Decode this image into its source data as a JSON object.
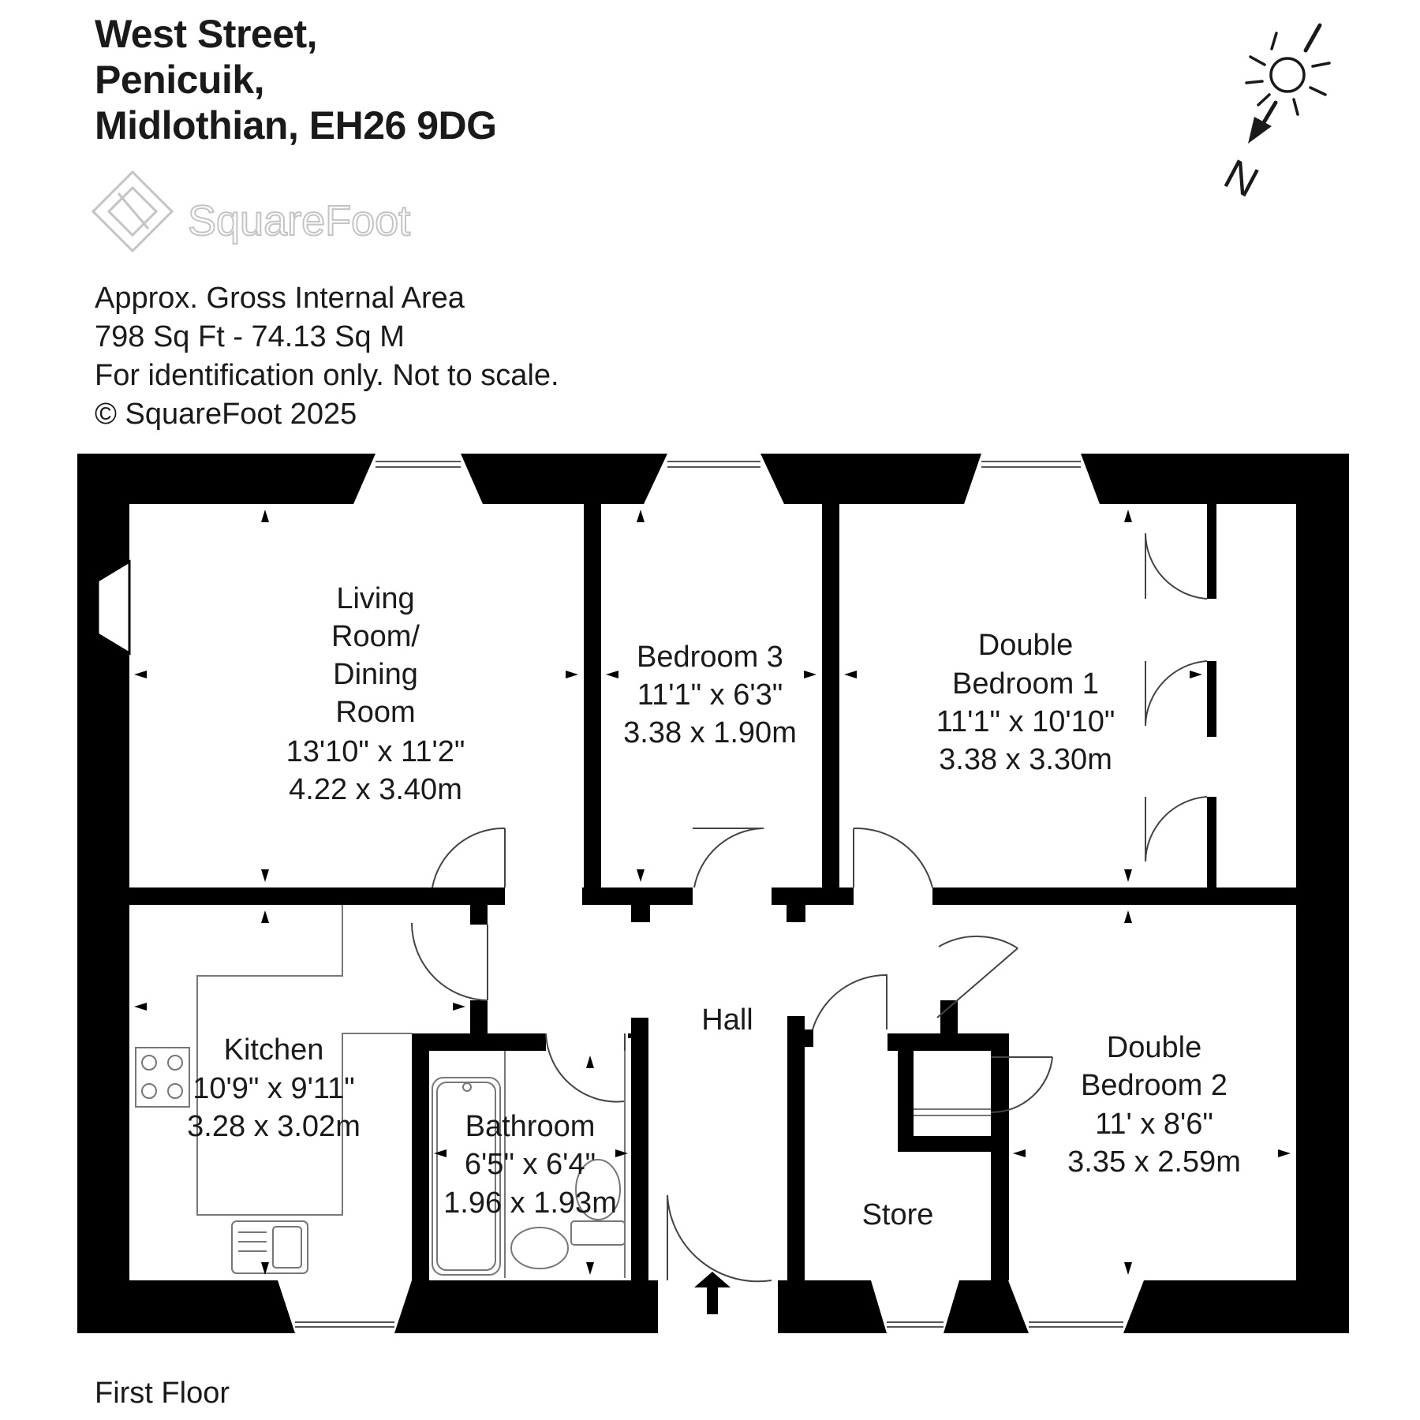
{
  "address": {
    "line1": "West Street,",
    "line2": "Penicuik,",
    "line3": "Midlothian, EH26 9DG"
  },
  "logo": {
    "text": "SquareFoot",
    "icon": "squarefoot-logo-icon"
  },
  "info": {
    "area_label": "Approx. Gross Internal Area",
    "area_value": "798 Sq Ft  -  74.13 Sq M",
    "disclaimer": "For identification only. Not to scale.",
    "copyright": "© SquareFoot 2025"
  },
  "compass": {
    "label": "N",
    "icon": "sun-compass-icon"
  },
  "floor_label": "First Floor",
  "rooms": {
    "living": {
      "l1": "Living",
      "l2": "Room/",
      "l3": "Dining",
      "l4": "Room",
      "imperial": "13'10\" x 11'2\"",
      "metric": "4.22 x 3.40m"
    },
    "bedroom3": {
      "name": "Bedroom 3",
      "imperial": "11'1\" x 6'3\"",
      "metric": "3.38 x 1.90m"
    },
    "double1": {
      "l1": "Double",
      "l2": "Bedroom 1",
      "imperial": "11'1\" x 10'10\"",
      "metric": "3.38 x 3.30m"
    },
    "kitchen": {
      "name": "Kitchen",
      "imperial": "10'9\" x 9'11\"",
      "metric": "3.28 x 3.02m"
    },
    "bathroom": {
      "name": "Bathroom",
      "imperial": "6'5\" x 6'4\"",
      "metric": "1.96 x 1.93m"
    },
    "hall": {
      "name": "Hall"
    },
    "store": {
      "name": "Store"
    },
    "double2": {
      "l1": "Double",
      "l2": "Bedroom 2",
      "imperial": "11' x 8'6\"",
      "metric": "3.35 x 2.59m"
    }
  },
  "colors": {
    "wall": "#000000",
    "fixture": "#666666",
    "logo": "#c4c4c4"
  }
}
